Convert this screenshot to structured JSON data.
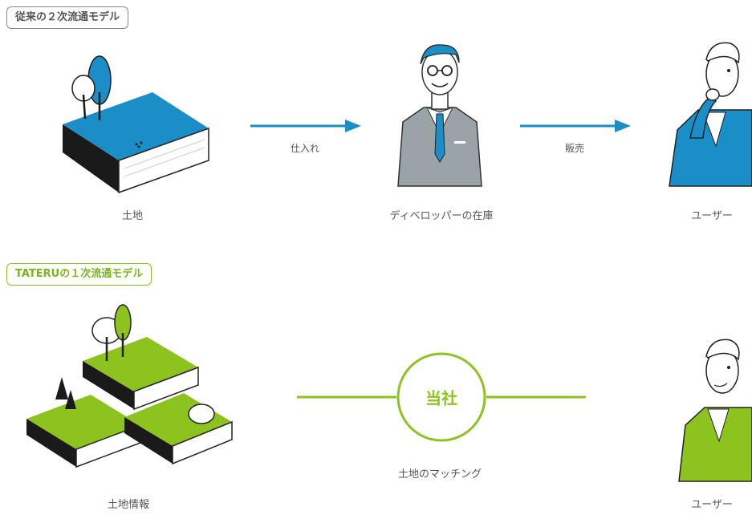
{
  "traditional": {
    "title": "従来の２次流通モデル",
    "land_label": "土地",
    "purchase_label": "仕入れ",
    "developer_label": "ディベロッパーの在庫",
    "sale_label": "販売",
    "user_label": "ユーザー"
  },
  "tateru": {
    "title": "TATERUの１次流通モデル",
    "land_label": "土地情報",
    "company_label": "当社",
    "matching_label": "土地のマッチング",
    "user_label": "ユーザー"
  },
  "colors": {
    "blue": "#1b8ec8",
    "green": "#8dc31f",
    "gray": "#9aa3a8"
  }
}
